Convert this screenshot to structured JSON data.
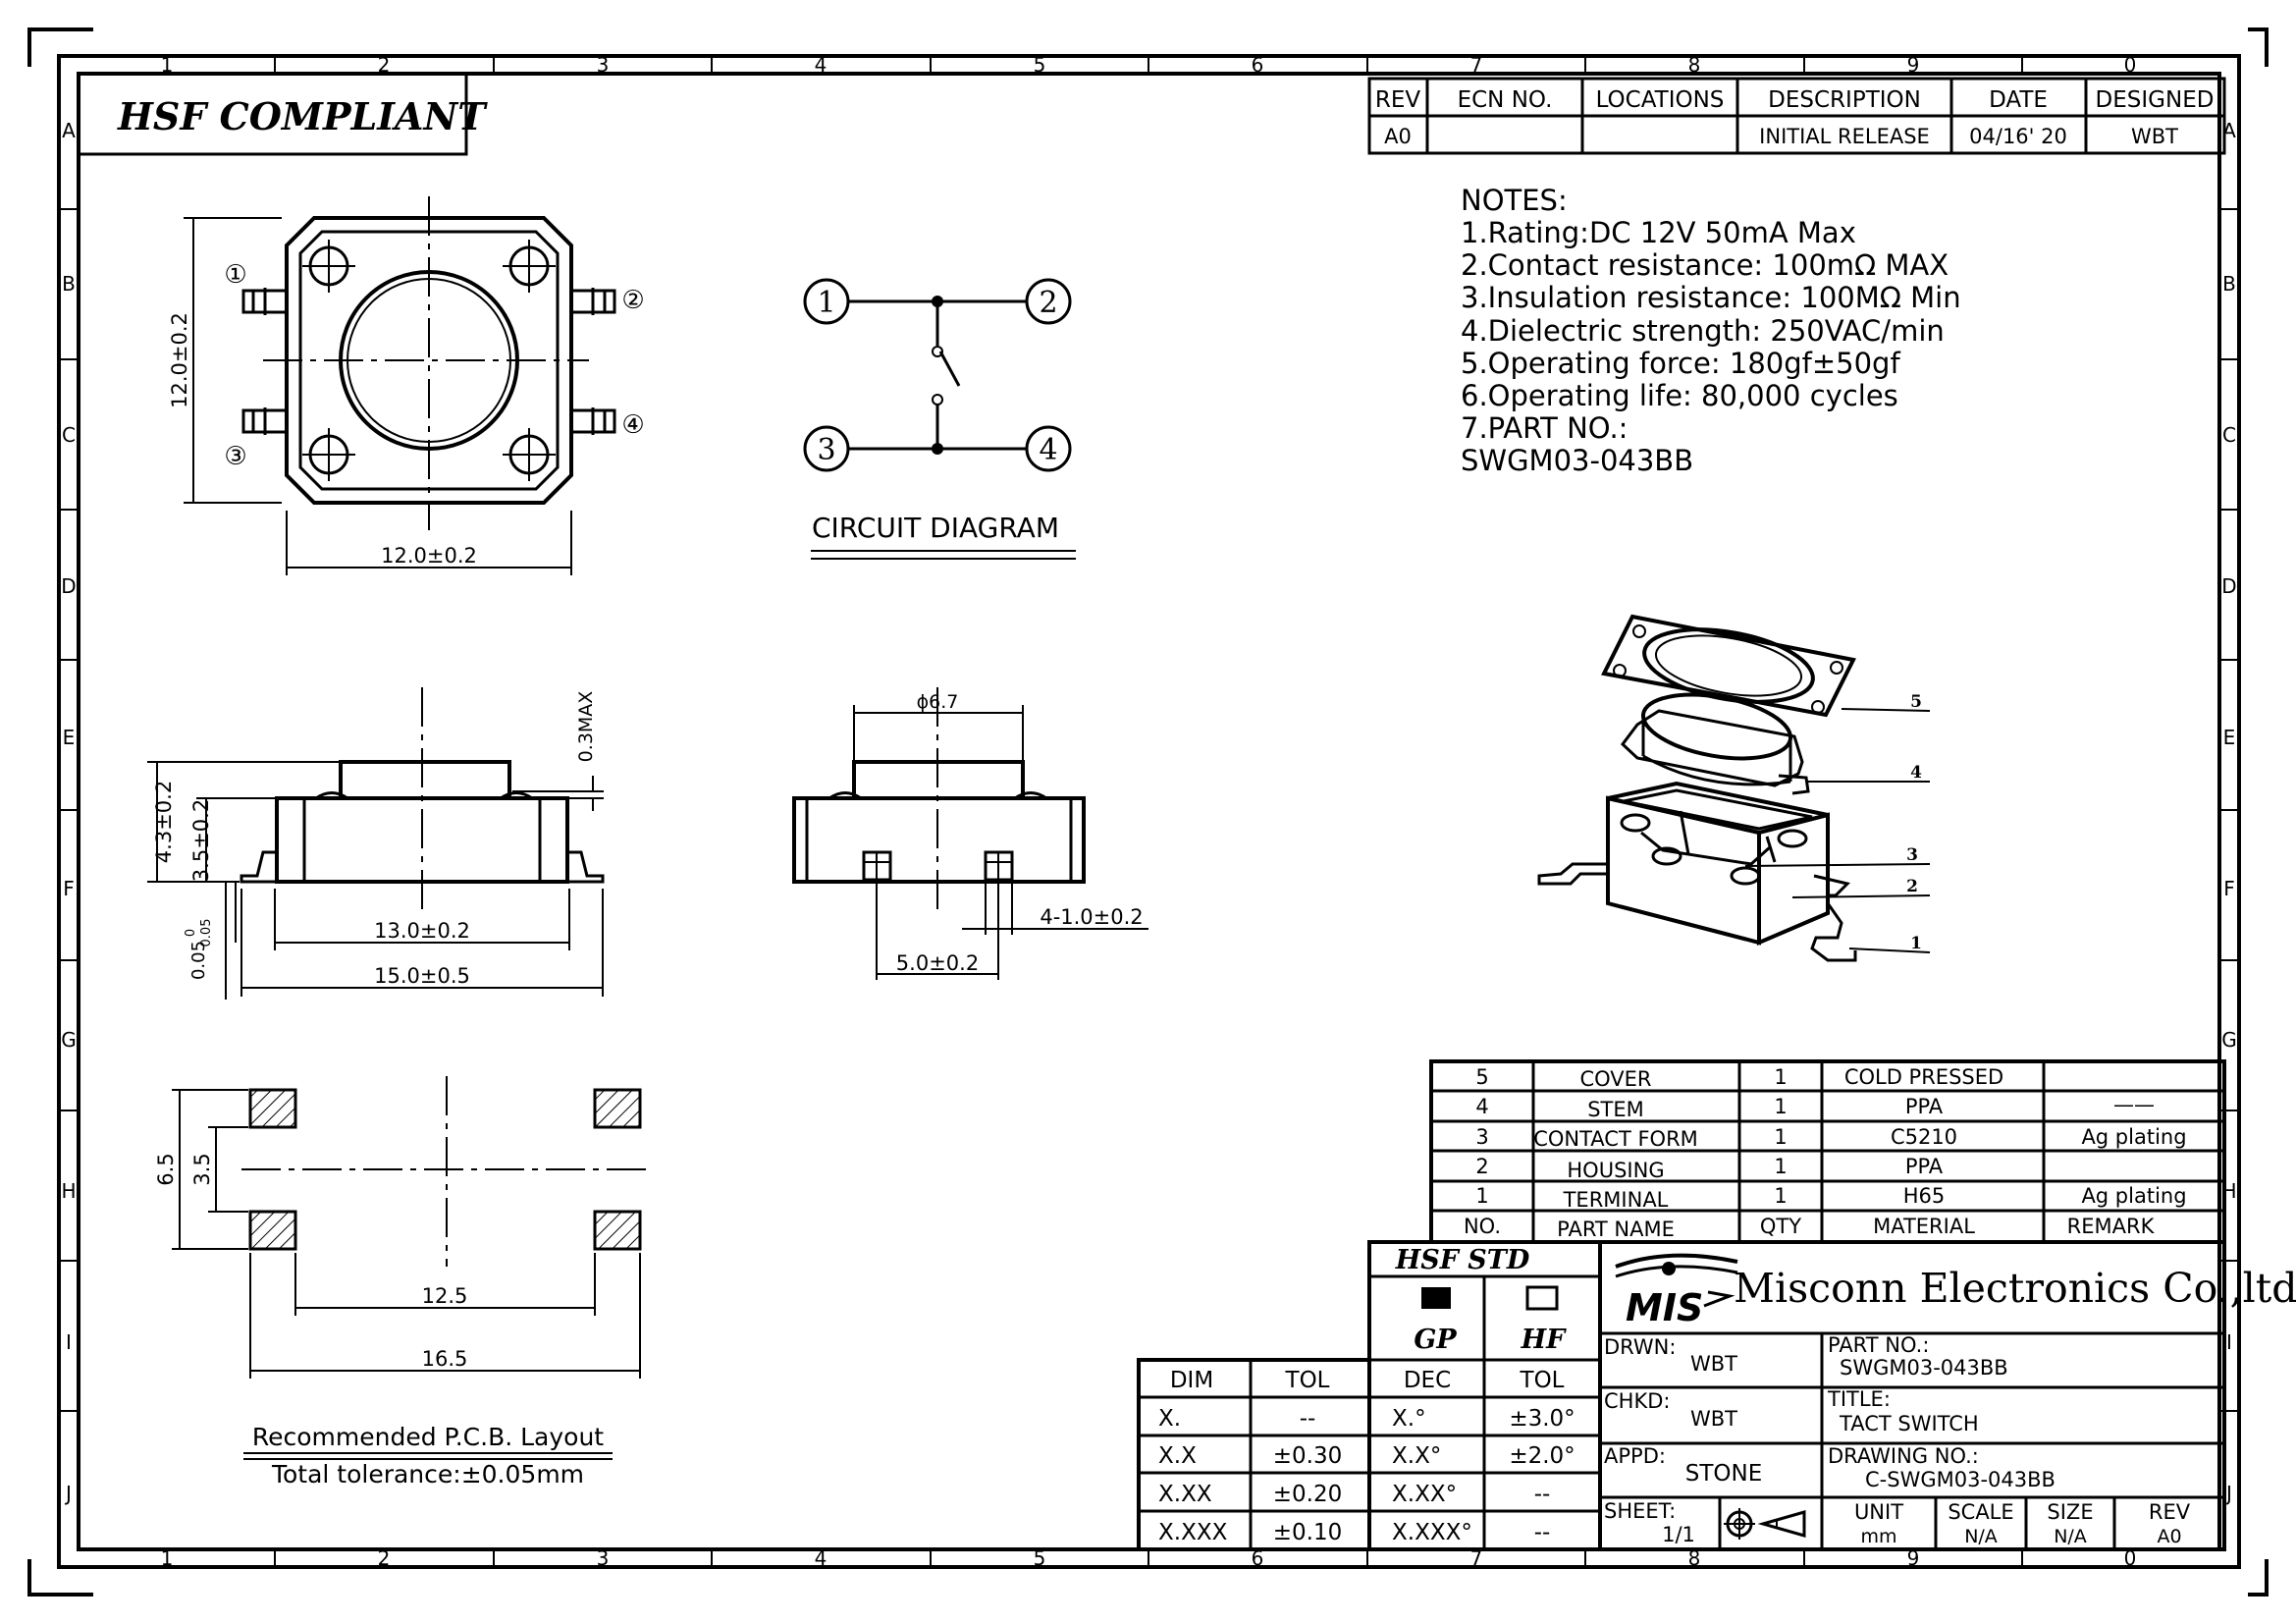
{
  "zone_columns": [
    "1",
    "2",
    "3",
    "4",
    "5",
    "6",
    "7",
    "8",
    "9",
    "0"
  ],
  "zone_rows": [
    "A",
    "B",
    "C",
    "D",
    "E",
    "F",
    "G",
    "H",
    "I",
    "J"
  ],
  "compliance_label": "HSF  COMPLIANT",
  "revision": {
    "headers": [
      "REV",
      "ECN  NO.",
      "LOCATIONS",
      "DESCRIPTION",
      "DATE",
      "DESIGNED"
    ],
    "rows": [
      [
        "A0",
        "",
        "",
        "INITIAL  RELEASE",
        "04/16' 20",
        "WBT"
      ]
    ]
  },
  "notes": {
    "title": "NOTES:",
    "items": [
      "1.Rating:DC  12V  50mA  Max",
      "2.Contact  resistance:  100mΩ  MAX",
      "3.Insulation  resistance:     100MΩ  Min",
      "4.Dielectric  strength:      250VAC/min",
      "5.Operating  force:  180gf±50gf",
      "6.Operating  life:  80,000  cycles",
      "7.PART  NO.:",
      "   SWGM03-043BB"
    ]
  },
  "circuit": {
    "title": "CIRCUIT  DIAGRAM",
    "pins": [
      "1",
      "2",
      "3",
      "4"
    ]
  },
  "top_view": {
    "dim_width": "12.0±0.2",
    "dim_height": "12.0±0.2",
    "pins": [
      "①",
      "②",
      "③",
      "④"
    ]
  },
  "side_view": {
    "dim_body": "13.0±0.2",
    "dim_overall": "15.0±0.5",
    "dim_total_height": "4.3±0.2",
    "dim_body_height": "3.5±0.2",
    "dim_standoff": "0.05",
    "dim_standoff_tol": "0.05",
    "dim_standoff_lead": "0",
    "dim_cap": "0.3MAX"
  },
  "end_view": {
    "dim_diameter": "ϕ6.7",
    "dim_pitch": "5.0±0.2",
    "dim_lead": "4-1.0±0.2"
  },
  "pcb_layout": {
    "dim_outer_height": "6.5",
    "dim_inner_height": "3.5",
    "dim_inner_width": "12.5",
    "dim_outer_width": "16.5",
    "title": "Recommended  P.C.B.  Layout",
    "tolerance": "Total  tolerance:±0.05mm"
  },
  "exploded_callouts": [
    "5",
    "4",
    "3",
    "2",
    "1"
  ],
  "bom": {
    "headers": [
      "NO.",
      "PART  NAME",
      "QTY",
      "MATERIAL",
      "REMARK"
    ],
    "rows": [
      [
        "5",
        "COVER",
        "1",
        "COLD  PRESSED",
        ""
      ],
      [
        "4",
        "STEM",
        "1",
        "PPA",
        "——"
      ],
      [
        "3",
        "CONTACT  FORM",
        "1",
        "C5210",
        "Ag  plating"
      ],
      [
        "2",
        "HOUSING",
        "1",
        "PPA",
        ""
      ],
      [
        "1",
        "TERMINAL",
        "1",
        "H65",
        "Ag  plating"
      ]
    ]
  },
  "tolerance_table": {
    "headers": [
      "DIM",
      "TOL"
    ],
    "rows": [
      [
        "X.",
        "--"
      ],
      [
        "X.X",
        "±0.30"
      ],
      [
        "X.XX",
        "±0.20"
      ],
      [
        "X.XXX",
        "±0.10"
      ]
    ]
  },
  "hsf_std": {
    "title": "HSF  STD",
    "gp": "GP",
    "hf": "HF",
    "headers": [
      "DEC",
      "TOL"
    ],
    "rows": [
      [
        "X.°",
        "±3.0°"
      ],
      [
        "X.X°",
        "±2.0°"
      ],
      [
        "X.XX°",
        "--"
      ],
      [
        "X.XXX°",
        "--"
      ]
    ]
  },
  "title_block": {
    "logo": "MIS",
    "company": "Misconn Electronics Co.,ltd.",
    "drwn_label": "DRWN:",
    "drwn": "WBT",
    "chkd_label": "CHKD:",
    "chkd": "WBT",
    "appd_label": "APPD:",
    "appd": "STONE",
    "sheet_label": "SHEET:",
    "sheet": "1/1",
    "part_no_label": "PART  NO.:",
    "part_no": "SWGM03-043BB",
    "title_label": "TITLE:",
    "title": "TACT  SWITCH",
    "drawing_no_label": "DRAWING  NO.:",
    "drawing_no": "C-SWGM03-043BB",
    "unit_label": "UNIT",
    "unit": "mm",
    "scale_label": "SCALE",
    "scale": "N/A",
    "size_label": "SIZE",
    "size": "N/A",
    "rev_label": "REV",
    "rev": "A0"
  }
}
